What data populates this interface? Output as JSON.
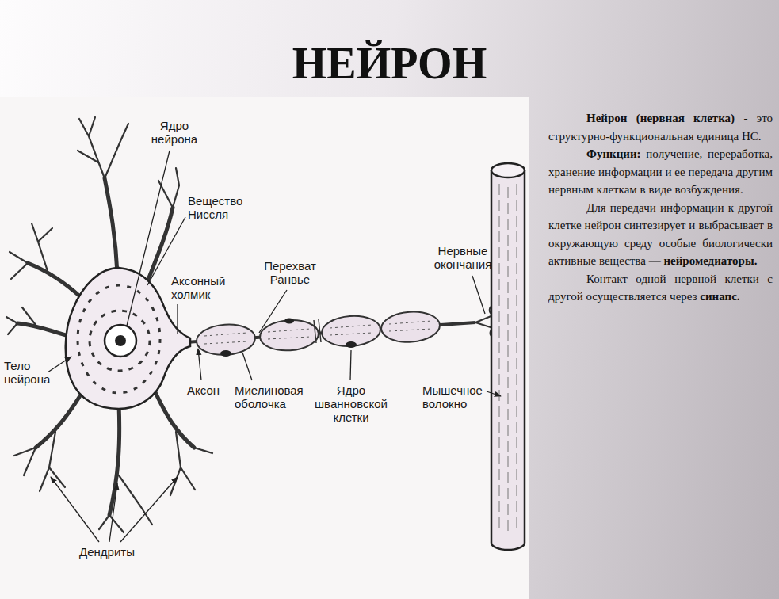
{
  "diagram": {
    "title": "НЕЙРОН",
    "labels": [
      "Ядро нейрона",
      "Вещество Ниссля",
      "Аксонный холмик",
      "Тело нейрона",
      "Перехват Ранвье",
      "Нервные окончания",
      "Аксон",
      "Миелиновая оболочка",
      "Ядро шванновской клетки",
      "Мышечное волокно",
      "Дендриты",
      "Нейрон (нервная клетка) -",
      "это структурно-функциональная единица НС.",
      "Функции:",
      "получение, переработка, хранение информации и ее передача другим нервным клеткам в виде возбуждения.",
      "Для передачи информации к другой клетке нейрон синтезирует и выбрасывает в окружающую среду особые биологически активные вещества —",
      "нейромедиаторы.",
      "Контакт одной нервной клетки с другой осуществляется через",
      "синапс."
    ]
  }
}
